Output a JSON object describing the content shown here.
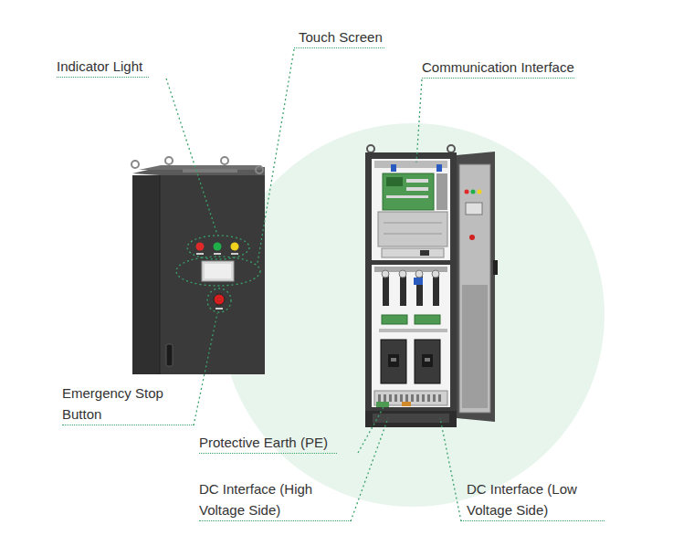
{
  "diagram": {
    "labels": [
      "Touch Screen",
      "Indicator Light",
      "Communication Interface",
      "Emergency Stop Button",
      "Protective Earth (PE)",
      "DC Interface (High Voltage Side)",
      "DC Interface (Low Voltage Side)"
    ]
  }
}
